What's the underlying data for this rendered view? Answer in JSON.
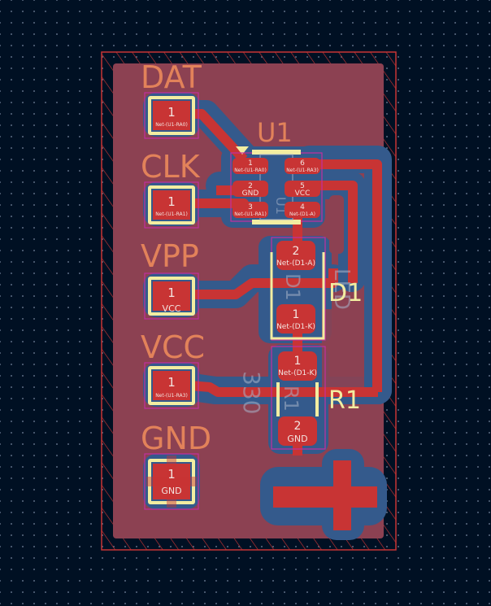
{
  "app": {
    "view": "PCB Editor canvas"
  },
  "colors": {
    "background": "#001023",
    "board_fill": "#8c4152",
    "copper_front": "#c83434",
    "copper_zone_clearance": "#345a8c",
    "silkscreen": "#f2eda1",
    "reference_text": "#e2825a",
    "courtyard": "#c2309f",
    "edge_cuts": "#c83434",
    "fab_text": "#a8b3c9"
  },
  "connectors": [
    {
      "label": "DAT",
      "pad_number": "1",
      "pad_net": "Net-(U1-RA0)"
    },
    {
      "label": "CLK",
      "pad_number": "1",
      "pad_net": "Net-(U1-RA1)"
    },
    {
      "label": "VPP",
      "pad_number": "1",
      "pad_net": "VCC"
    },
    {
      "label": "VCC",
      "pad_number": "1",
      "pad_net": "Net-(U1-RA3)"
    },
    {
      "label": "GND",
      "pad_number": "1",
      "pad_net": "GND"
    }
  ],
  "u1": {
    "reference": "U1",
    "fab_reference": "U1",
    "pads": [
      {
        "number": "1",
        "net": "Net-(U1-RA0)"
      },
      {
        "number": "2",
        "net": "GND"
      },
      {
        "number": "3",
        "net": "Net-(U1-RA1)"
      },
      {
        "number": "4",
        "net": "Net-(D1-A)"
      },
      {
        "number": "5",
        "net": "VCC"
      },
      {
        "number": "6",
        "net": "Net-(U1-RA3)"
      }
    ]
  },
  "d1": {
    "reference": "D1",
    "fab_reference": "D1",
    "value": "LED",
    "pads": [
      {
        "number": "2",
        "net": "Net-(D1-A)"
      },
      {
        "number": "1",
        "net": "Net-(D1-K)"
      }
    ]
  },
  "r1": {
    "reference": "R1",
    "fab_reference": "R1",
    "value": "330",
    "pads": [
      {
        "number": "1",
        "net": "Net-(D1-K)"
      },
      {
        "number": "2",
        "net": "GND"
      }
    ]
  }
}
